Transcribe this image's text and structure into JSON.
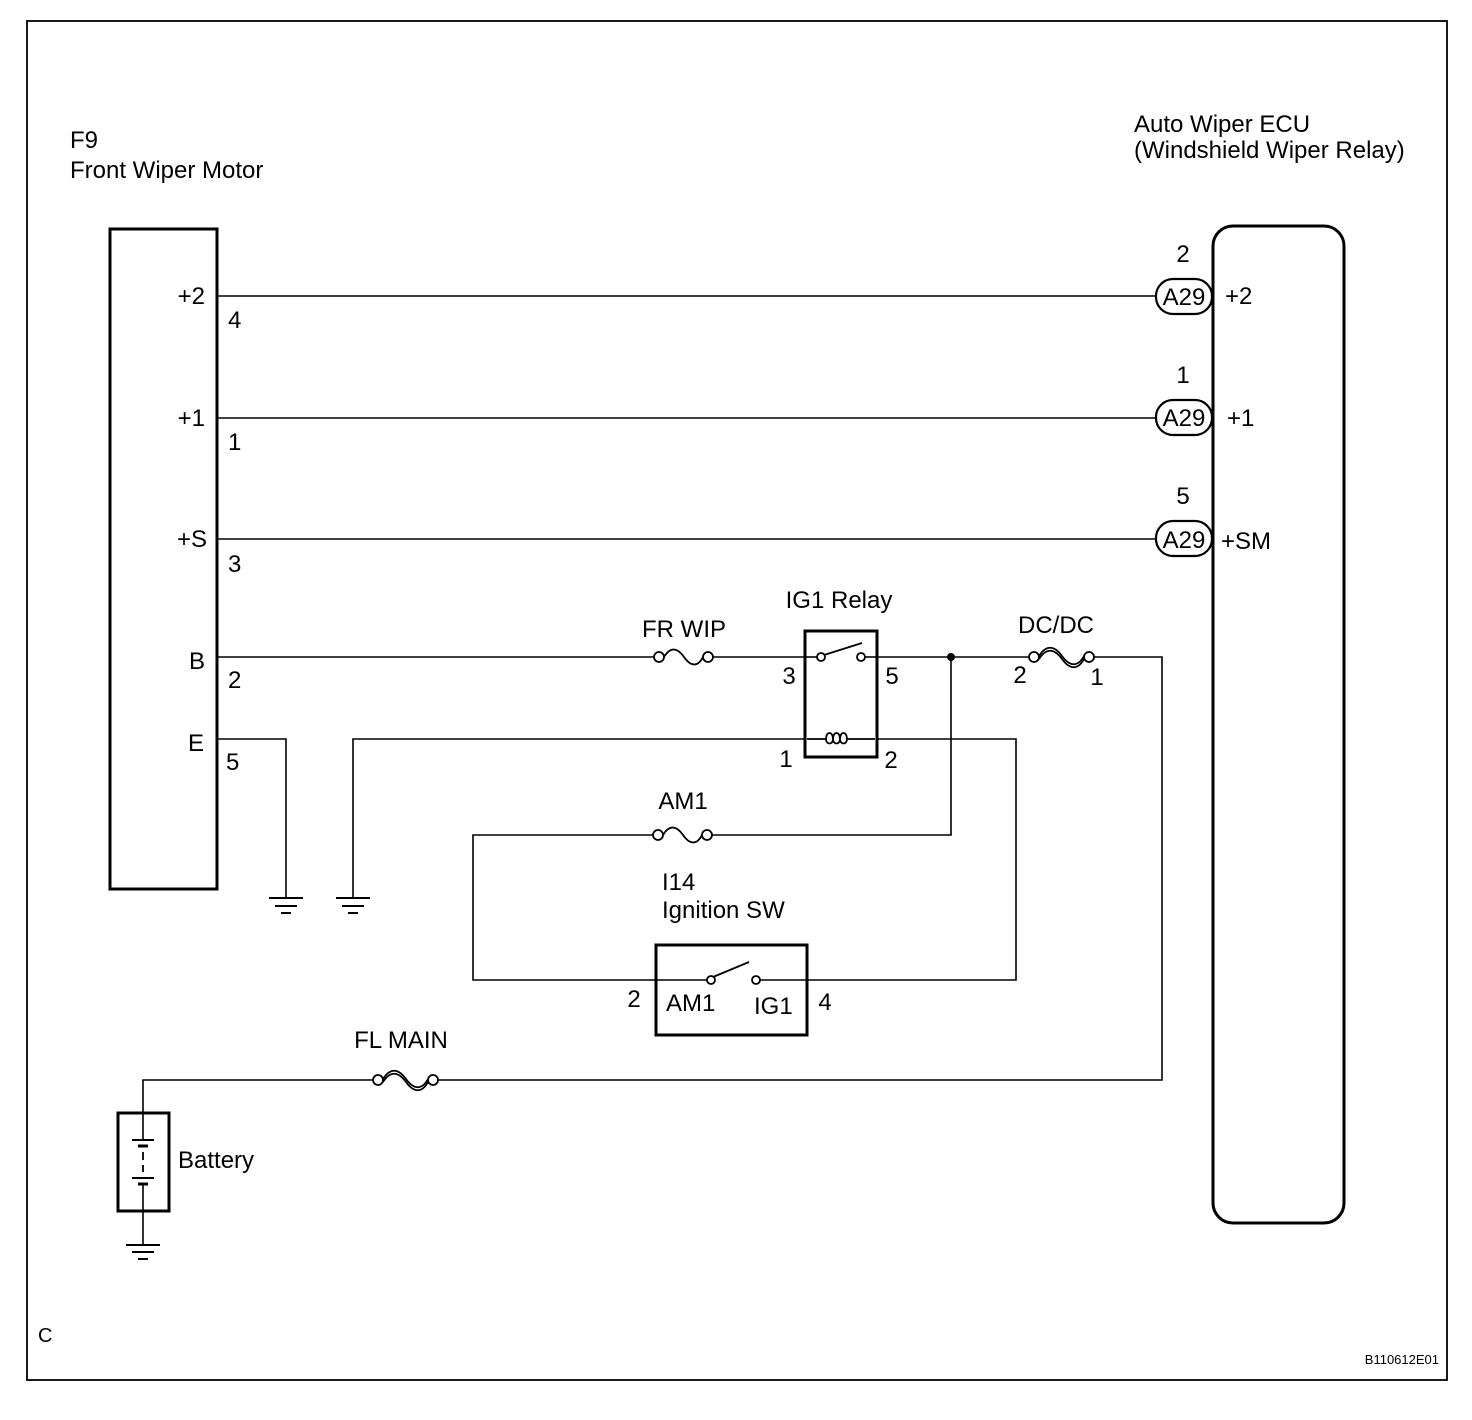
{
  "corner_label": "C",
  "figure_id": "B110612E01",
  "motor": {
    "connector": "F9",
    "name": "Front Wiper Motor",
    "terminals": [
      {
        "name": "+2",
        "pin": "4"
      },
      {
        "name": "+1",
        "pin": "1"
      },
      {
        "name": "+S",
        "pin": "3"
      },
      {
        "name": "B",
        "pin": "2"
      },
      {
        "name": "E",
        "pin": "5"
      }
    ]
  },
  "ecu": {
    "name_line1": "Auto Wiper ECU",
    "name_line2": "(Windshield Wiper Relay)",
    "connector": "A29",
    "terminals": [
      {
        "name": "+2",
        "pin": "2"
      },
      {
        "name": "+1",
        "pin": "1"
      },
      {
        "name": "+SM",
        "pin": "5"
      }
    ]
  },
  "fuses": {
    "fr_wip": "FR WIP",
    "dcdc": "DC/DC",
    "am1": "AM1",
    "fl_main": "FL MAIN"
  },
  "relay": {
    "name": "IG1 Relay",
    "pins": [
      "3",
      "5",
      "1",
      "2"
    ]
  },
  "dcdc_pins": [
    "2",
    "1"
  ],
  "ignition": {
    "connector": "I14",
    "name": "Ignition SW",
    "left_pin": "2",
    "left_label": "AM1",
    "right_label": "IG1",
    "right_pin": "4"
  },
  "battery": {
    "label": "Battery"
  }
}
